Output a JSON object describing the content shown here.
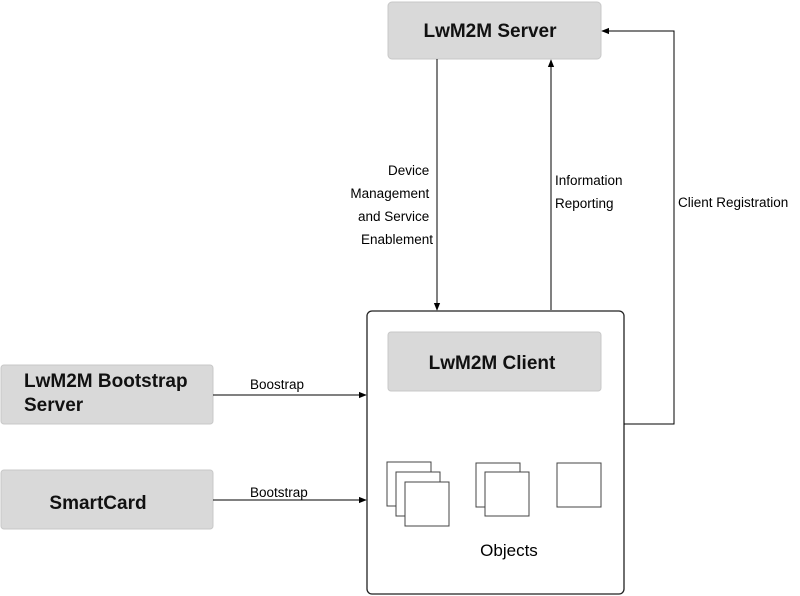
{
  "nodes": {
    "server": {
      "label": "LwM2M Server"
    },
    "client": {
      "label": "LwM2M Client"
    },
    "bootstrap_server": {
      "label_lines": [
        "LwM2M Bootstrap",
        "Server"
      ]
    },
    "smartcard": {
      "label": "SmartCard"
    }
  },
  "edges": {
    "device_management": {
      "label_lines": [
        "Device",
        "Management",
        "and Service",
        "Enablement"
      ]
    },
    "information_reporting": {
      "label_lines": [
        "Information",
        "Reporting"
      ]
    },
    "client_registration": {
      "label": "Client Registration"
    },
    "bootstrap_server_link": {
      "label": "Boostrap"
    },
    "smartcard_link": {
      "label": "Bootstrap"
    }
  },
  "objects": {
    "label": "Objects"
  },
  "colors": {
    "box_fill": "#d9d9d9",
    "box_stroke": "#c8c8c8",
    "line": "#000000",
    "container_stroke": "#222222"
  }
}
